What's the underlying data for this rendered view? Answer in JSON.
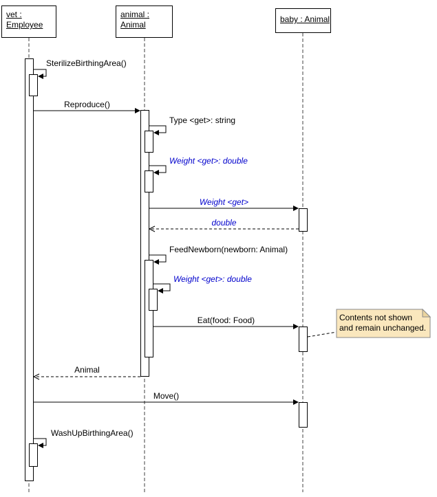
{
  "diagram": {
    "type": "uml-sequence-diagram",
    "lifelines": [
      {
        "id": "vet",
        "name_line1": "vet :",
        "name_line2": "Employee"
      },
      {
        "id": "animal",
        "name_line1": "animal :",
        "name_line2": "Animal"
      },
      {
        "id": "baby",
        "name": "baby : Animal"
      }
    ],
    "messages": [
      {
        "label": "SterilizeBirthingArea()",
        "kind": "self-call",
        "from": "vet",
        "to": "vet",
        "getter": false
      },
      {
        "label": "Reproduce()",
        "kind": "call",
        "from": "vet",
        "to": "animal",
        "getter": false
      },
      {
        "label": "Type <get>: string",
        "kind": "self-call",
        "from": "animal",
        "to": "animal",
        "getter": false
      },
      {
        "label": "Weight <get>: double",
        "kind": "self-call",
        "from": "animal",
        "to": "animal",
        "getter": true
      },
      {
        "label": "Weight <get>",
        "kind": "call",
        "from": "animal",
        "to": "baby",
        "getter": true
      },
      {
        "label": "double",
        "kind": "return",
        "from": "baby",
        "to": "animal",
        "getter": true
      },
      {
        "label": "FeedNewborn(newborn: Animal)",
        "kind": "self-call",
        "from": "animal",
        "to": "animal",
        "getter": false
      },
      {
        "label": "Weight <get>: double",
        "kind": "self-call",
        "from": "animal",
        "to": "animal",
        "getter": true
      },
      {
        "label": "Eat(food: Food)",
        "kind": "call",
        "from": "animal",
        "to": "baby",
        "getter": false
      },
      {
        "label": "Animal",
        "kind": "return",
        "from": "animal",
        "to": "vet",
        "getter": false
      },
      {
        "label": "Move()",
        "kind": "call",
        "from": "vet",
        "to": "baby",
        "getter": false
      },
      {
        "label": "WashUpBirthingArea()",
        "kind": "self-call",
        "from": "vet",
        "to": "vet",
        "getter": false
      }
    ],
    "note": {
      "text": "Contents not shown and remain unchanged.",
      "attached_to": "baby"
    },
    "colors": {
      "getter": "#0000CC",
      "note_fill": "#FAE7BD",
      "note_border": "#8A8A8A",
      "note_fold": "#EBD49E"
    }
  }
}
